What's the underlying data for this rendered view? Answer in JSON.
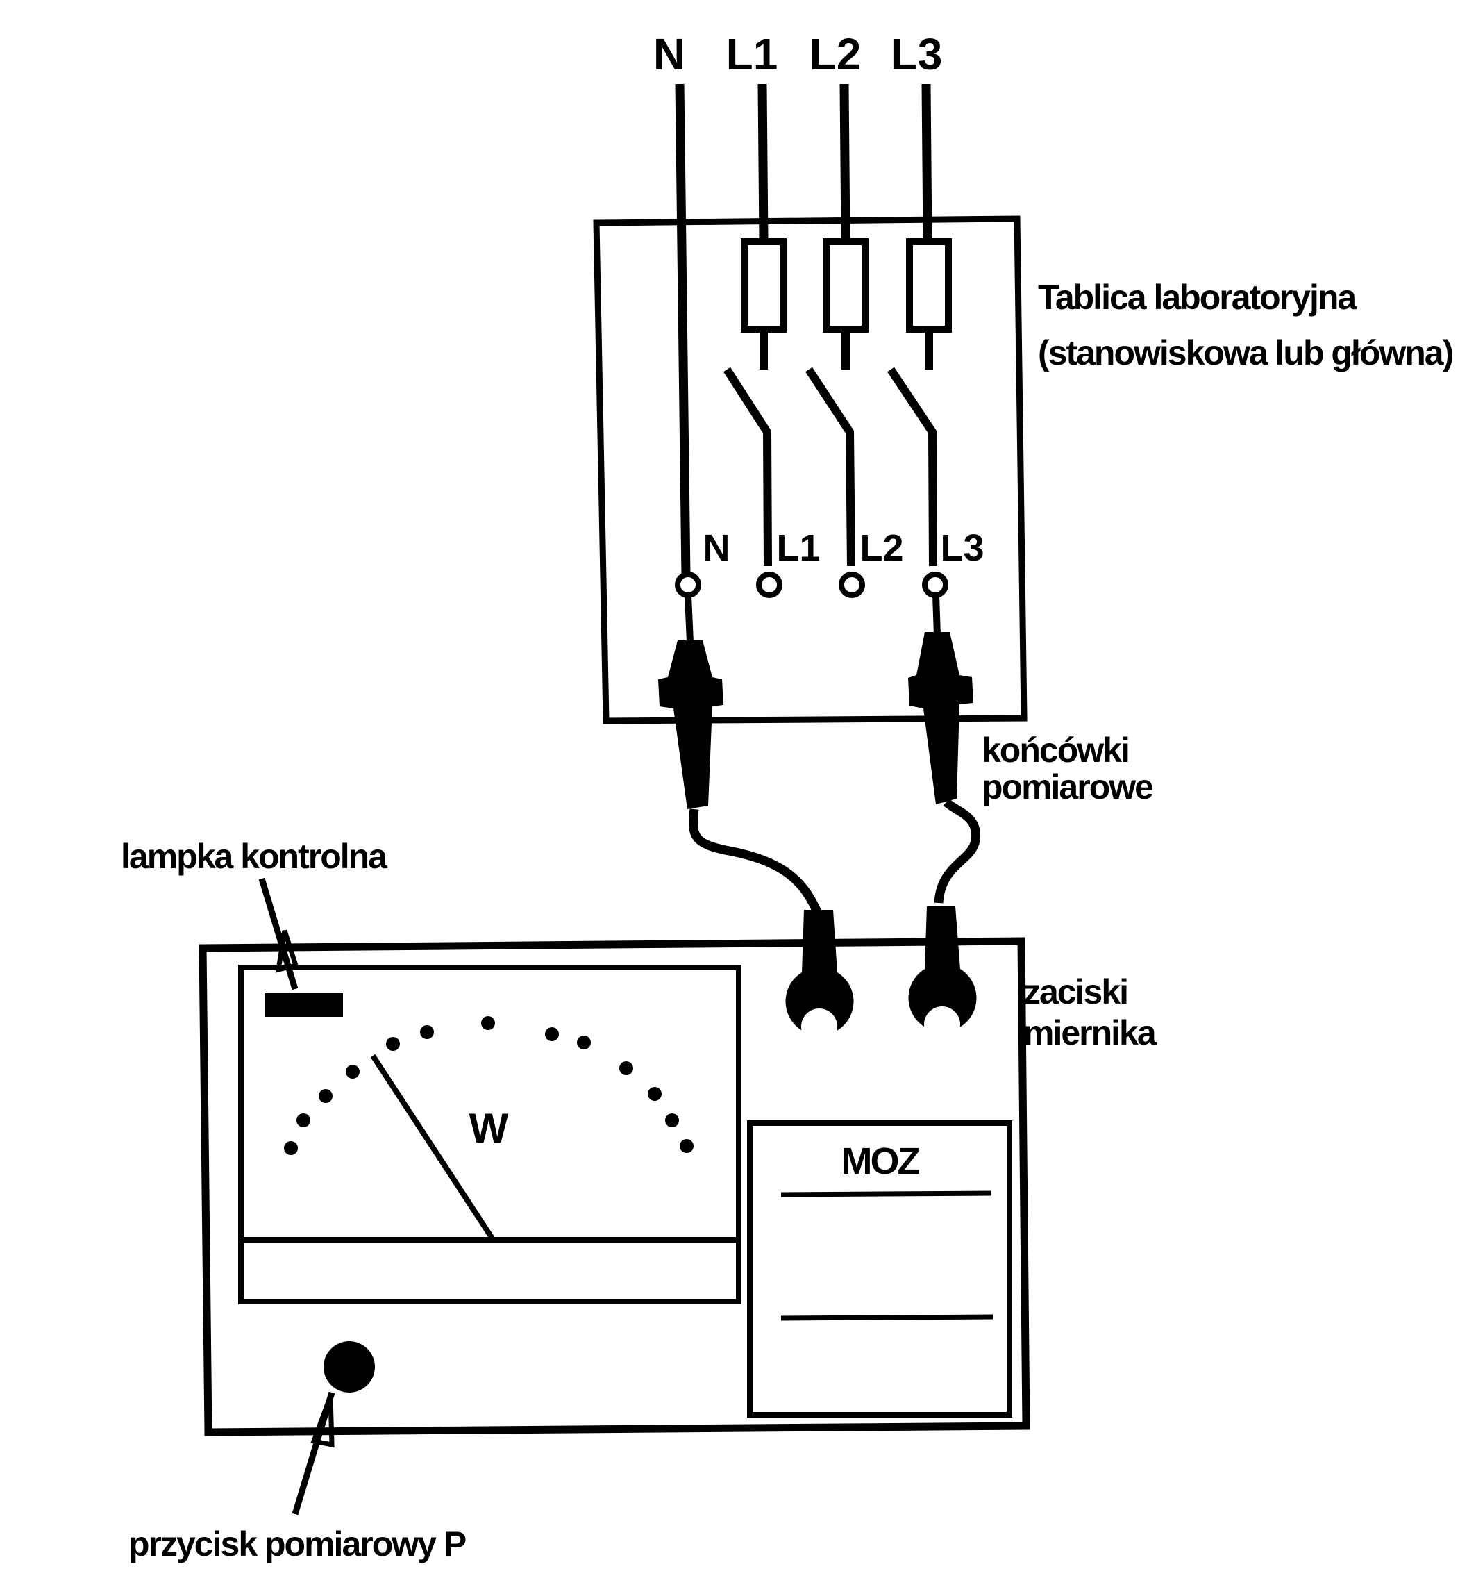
{
  "top_lines": {
    "n": "N",
    "l1": "L1",
    "l2": "L2",
    "l3": "L3"
  },
  "terminals": {
    "n": "N",
    "l1": "L1",
    "l2": "L2",
    "l3": "L3"
  },
  "board_label": {
    "line1": "Tablica laboratoryjna",
    "line2": "(stanowiskowa lub główna)"
  },
  "probes_label": {
    "line1": "końcówki",
    "line2": "pomiarowe"
  },
  "lamp_label": "lampka kontrolna",
  "meter_terminals_label": {
    "line1": "zaciski",
    "line2": "miernika"
  },
  "meter_symbol": "W",
  "panel_title": "MOZ",
  "button_label": "przycisk pomiarowy P"
}
